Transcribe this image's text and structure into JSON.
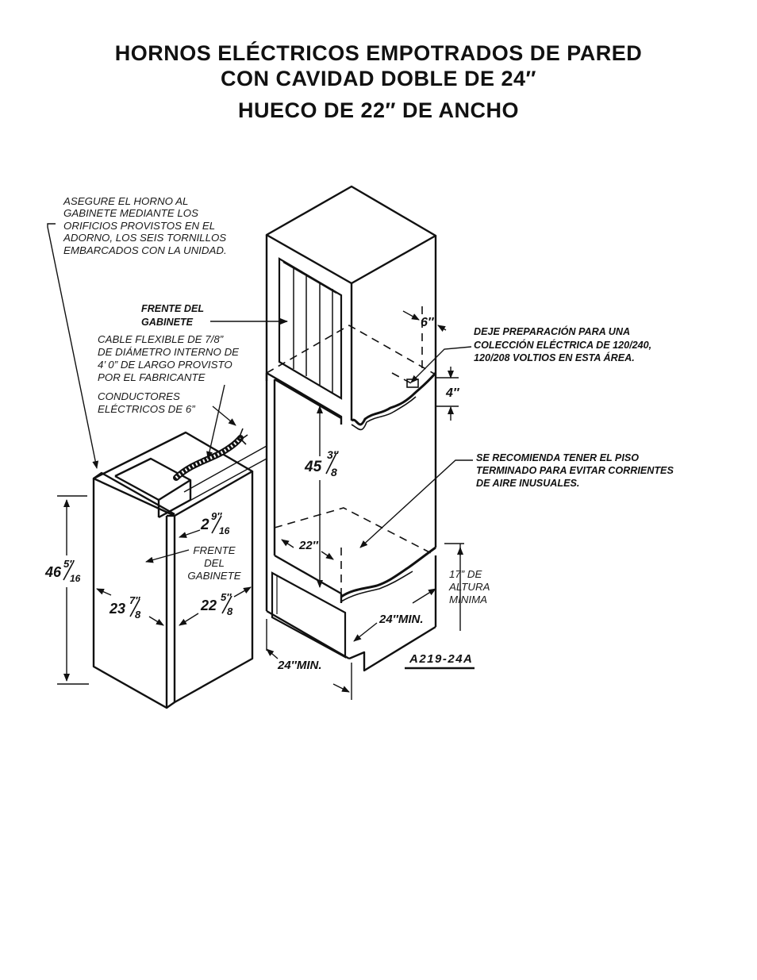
{
  "title": {
    "line1": "HORNOS ELÉCTRICOS EMPOTRADOS DE PARED",
    "line2": "CON CAVIDAD DOBLE DE 24″",
    "line3": "HUECO DE 22″ DE ANCHO"
  },
  "labels": {
    "secure": [
      "ASEGURE EL HORNO AL",
      "GABINETE MEDIANTE LOS",
      "ORIFICIOS PROVISTOS EN EL",
      "ADORNO, LOS SEIS TORNILLOS",
      "EMBARCADOS CON LA UNIDAD."
    ],
    "cabinet_front_top": [
      "FRENTE DEL",
      "GABINETE"
    ],
    "cable": [
      "CABLE FLEXIBLE DE 7/8”",
      "DE DIÁMETRO INTERNO DE",
      "4’ 0” DE LARGO PROVISTO",
      "POR EL FABRICANTE"
    ],
    "conductors": [
      "CONDUCTORES",
      "ELÉCTRICOS DE 6”"
    ],
    "electric": [
      "DEJE PREPARACIÓN PARA UNA",
      "COLECCIÓN ELÉCTRICA DE 120/240,",
      "120/208 VOLTIOS EN ESTA ÁREA."
    ],
    "floor": [
      "SE RECOMIENDA TENER EL PISO",
      "TERMINADO PARA EVITAR CORRIENTES",
      "DE AIRE INUSUALES."
    ],
    "cabinet_front_mid": [
      "FRENTE",
      "DEL",
      "GABINETE"
    ],
    "height_min": [
      "17” DE",
      "ALTURA",
      "MINIMA"
    ]
  },
  "dimensions": {
    "d6": "6″",
    "d4": "4″",
    "d45": "45",
    "d45_frac_top": "3″",
    "d45_frac_bot": "8",
    "d2": "2",
    "d2_frac_top": "9″",
    "d2_frac_bot": "16",
    "d46": "46",
    "d46_frac_top": "5″",
    "d46_frac_bot": "16",
    "d23": "23",
    "d23_frac_top": "7″",
    "d23_frac_bot": "8",
    "d22b": "22",
    "d22b_frac_top": "5″",
    "d22b_frac_bot": "8",
    "d22": "22″",
    "d24min_inner": "24″MIN.",
    "d24min_outer": "24″MIN."
  },
  "code": "A219-24A"
}
